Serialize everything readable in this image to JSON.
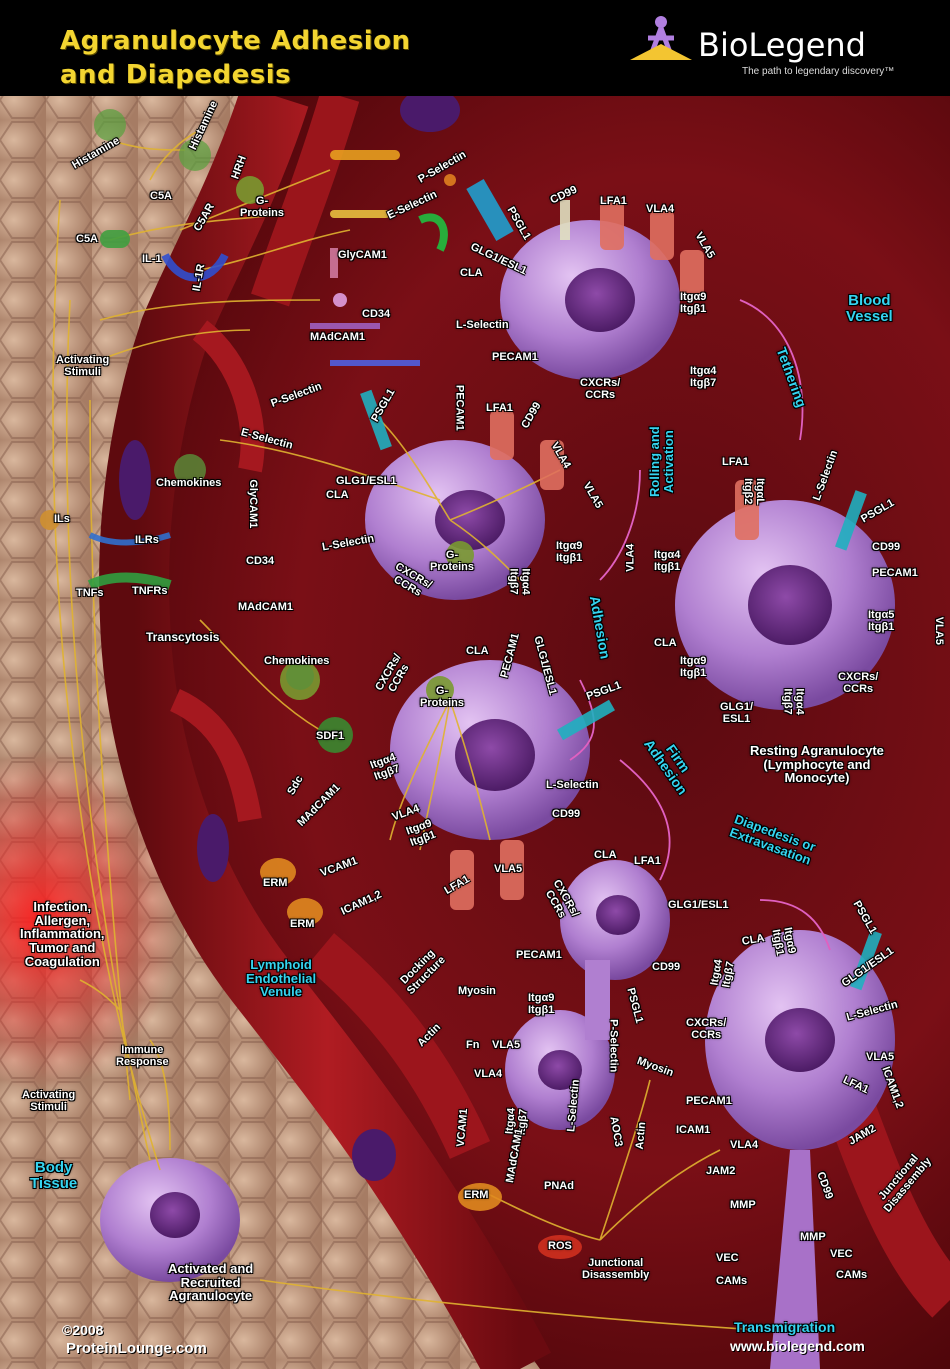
{
  "header": {
    "title_line1": "Agranulocyte Adhesion",
    "title_line2": "and Diapedesis",
    "logo_text": "BioLegend",
    "tagline": "The path to legendary discovery™"
  },
  "labels": {
    "histamine1": "Histamine",
    "histamine2": "Histamine",
    "hrh": "HRH",
    "gproteins_top": "G-\nProteins",
    "c5a_top": "C5A",
    "c5a_left": "C5A",
    "c5ar": "C5AR",
    "il1": "IL-1",
    "il1r": "IL-1R",
    "activating_stimuli_1": "Activating\nStimuli",
    "ils": "ILs",
    "ilrs": "ILRs",
    "tnfs": "TNFs",
    "tnfrs": "TNFRs",
    "chemokines_1": "Chemokines",
    "transcytosis": "Transcytosis",
    "chemokines_2": "Chemokines",
    "sdf1": "SDF1",
    "infection": "Infection,\nAllergen,\nInflammation,\nTumor and\nCoagulation",
    "immune_response": "Immune\nResponse",
    "activating_stimuli_2": "Activating\nStimuli",
    "body_tissue": "Body\nTissue",
    "lymphoid_venule": "Lymphoid\nEndothelial\nVenule",
    "activated_recruited": "Activated and\nRecruited\nAgranulocyte",
    "blood_vessel": "Blood\nVessel",
    "tethering": "Tethering",
    "rolling_activation": "Rolling and\nActivation",
    "adhesion": "Adhesion",
    "firm_adhesion": "Firm\nAdhesion",
    "diapedesis": "Diapedesis or\nExtravasation",
    "resting": "Resting Agranulocyte\n(Lymphocyte and\nMonocyte)",
    "p_selectin_1": "P-Selectin",
    "e_selectin_1": "E-Selectin",
    "glycam1_1": "GlyCAM1",
    "cd34_1": "CD34",
    "madcam1_1": "MAdCAM1",
    "l_selectin_1": "L-Selectin",
    "psgl1_1": "PSGL1",
    "glg1_1": "GLG1/ESL1",
    "cla_1": "CLA",
    "cd99_1": "CD99",
    "lfa1_1": "LFA1",
    "vla4_1": "VLA4",
    "vla5_1": "VLA5",
    "itga9_1": "Itgα9\nItgβ1",
    "itga4_1": "Itgα4\nItgβ7",
    "pecam1_1": "PECAM1",
    "cxcrs_1": "CXCRs/\nCCRs",
    "p_selectin_2": "P-Selectin",
    "e_selectin_2": "E-Selectin",
    "glycam1_2": "GlyCAM1",
    "cd34_2": "CD34",
    "madcam1_2": "MAdCAM1",
    "psgl1_2": "PSGL1",
    "glg1_2": "GLG1/ESL1",
    "cla_2": "CLA",
    "l_selectin_2": "L-Selectin",
    "pecam1_2": "PECAM1",
    "lfa1_2": "LFA1",
    "cd99_2": "CD99",
    "vla4_2": "VLA4",
    "vla5_2": "VLA5",
    "gproteins_2": "G-\nProteins",
    "itga9_2": "Itgα9\nItgβ1",
    "itga4_2": "Itgα4\nItgβ7",
    "cxcrs_2": "CXCRs/\nCCRs",
    "lfa1_r": "LFA1",
    "itgal": "ItgαL\nItgβ2",
    "l_selectin_r": "L-Selectin",
    "psgl1_r": "PSGL1",
    "cd99_r": "CD99",
    "vla4_r": "VLA4",
    "itga4b1_r": "Itgα4\nItgβ1",
    "pecam1_r": "PECAM1",
    "itga5_r": "Itgα5\nItgβ1",
    "vla5_r": "VLA5",
    "cla_r": "CLA",
    "itga9_r": "Itgα9\nItgβ1",
    "cxcrs_r": "CXCRs/\nCCRs",
    "glg1_r": "GLG1/\nESL1",
    "itga4b7_r": "Itgα4\nItgβ7",
    "cla_3": "CLA",
    "pecam1_3": "PECAM1",
    "glg1_3": "GLG1/ESL1",
    "psgl1_3": "PSGL1",
    "cxcrs_3": "CXCRs/\nCCRs",
    "gproteins_3": "G-\nProteins",
    "sdc": "Sdc",
    "madcam1_3": "MAdCAM1",
    "itga4_3": "Itgα4\nItgβ7",
    "vla4_3": "VLA4",
    "l_selectin_3": "L-Selectin",
    "cd99_3": "CD99",
    "itga9_3": "Itgα9\nItgβ1",
    "vcam1_3": "VCAM1",
    "lfa1_3": "LFA1",
    "vla5_3": "VLA5",
    "erm_1": "ERM",
    "erm_2": "ERM",
    "icam_3": "ICAM1,2",
    "cla_4": "CLA",
    "lfa1_4": "LFA1",
    "cxcrs_4": "CXCRs/\nCCRs",
    "glg1_4": "GLG1/ESL1",
    "pecam1_4": "PECAM1",
    "cd99_4": "CD99",
    "docking": "Docking\nStructure",
    "myosin_1": "Myosin",
    "actin_1": "Actin",
    "itga9_4": "Itgα9\nItgβ1",
    "psgl1_4": "PSGL1",
    "fn": "Fn",
    "vla5_4": "VLA5",
    "vla4_4": "VLA4",
    "p_selectin_4": "P-Selectin",
    "myosin_2": "Myosin",
    "vcam1_4": "VCAM1",
    "itga4_4": "Itgα4\nItgβ7",
    "l_selectin_4": "L-Selectin",
    "aoc3": "AOC3",
    "actin_2": "Actin",
    "madcam1_4": "MAdCAM1",
    "erm_3": "ERM",
    "pnad": "PNAd",
    "ros": "ROS",
    "junctional_1": "Junctional\nDisassembly",
    "vec_1": "VEC",
    "cams_1": "CAMs",
    "cla_5": "CLA",
    "itga9_5": "Itgα9\nItgβ1",
    "itga4_5": "Itgα4\nItgβ7",
    "psgl1_5": "PSGL1",
    "glg1_5": "GLG1/ESL1",
    "cxcrs_5": "CXCRs/\nCCRs",
    "l_selectin_5": "L-Selectin",
    "pecam1_5": "PECAM1",
    "icam1_5": "ICAM1",
    "vla4_5": "VLA4",
    "vla5_5": "VLA5",
    "lfa1_5": "LFA1",
    "icam12_5": "ICAM1,2",
    "jam2_1": "JAM2",
    "jam2_2": "JAM2",
    "cd99_5": "CD99",
    "mmp_1": "MMP",
    "mmp_2": "MMP",
    "vec_2": "VEC",
    "cams_2": "CAMs",
    "junctional_2": "Junctional\nDisassembly",
    "transmigration": "Transmigration"
  },
  "footer": {
    "copyright": "©2008",
    "site_left": "ProteinLounge.com",
    "site_right": "www.biolegend.com"
  },
  "colors": {
    "title_yellow": "#f3d531",
    "annotation_cyan": "#35d4f0",
    "vessel_red": "#8a0f14",
    "cell_purple": "#b27fcf",
    "tissue": "#c9a58a",
    "arrow_yellow": "#e0b330"
  }
}
